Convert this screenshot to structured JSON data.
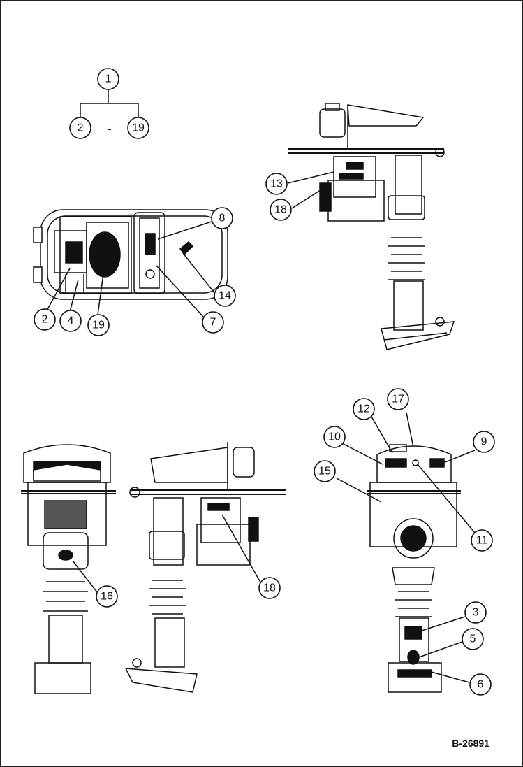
{
  "callouts": {
    "c1": "1",
    "c2a": "2",
    "dash": "-",
    "c19a": "19",
    "c8": "8",
    "c14": "14",
    "c7": "7",
    "c2b": "2",
    "c4": "4",
    "c19b": "19",
    "c13": "13",
    "c18a": "18",
    "c16": "16",
    "c18b": "18",
    "c17": "17",
    "c12": "12",
    "c10": "10",
    "c9": "9",
    "c15": "15",
    "c11": "11",
    "c3": "3",
    "c5": "5",
    "c6": "6"
  },
  "drawing_code": "B-26891"
}
